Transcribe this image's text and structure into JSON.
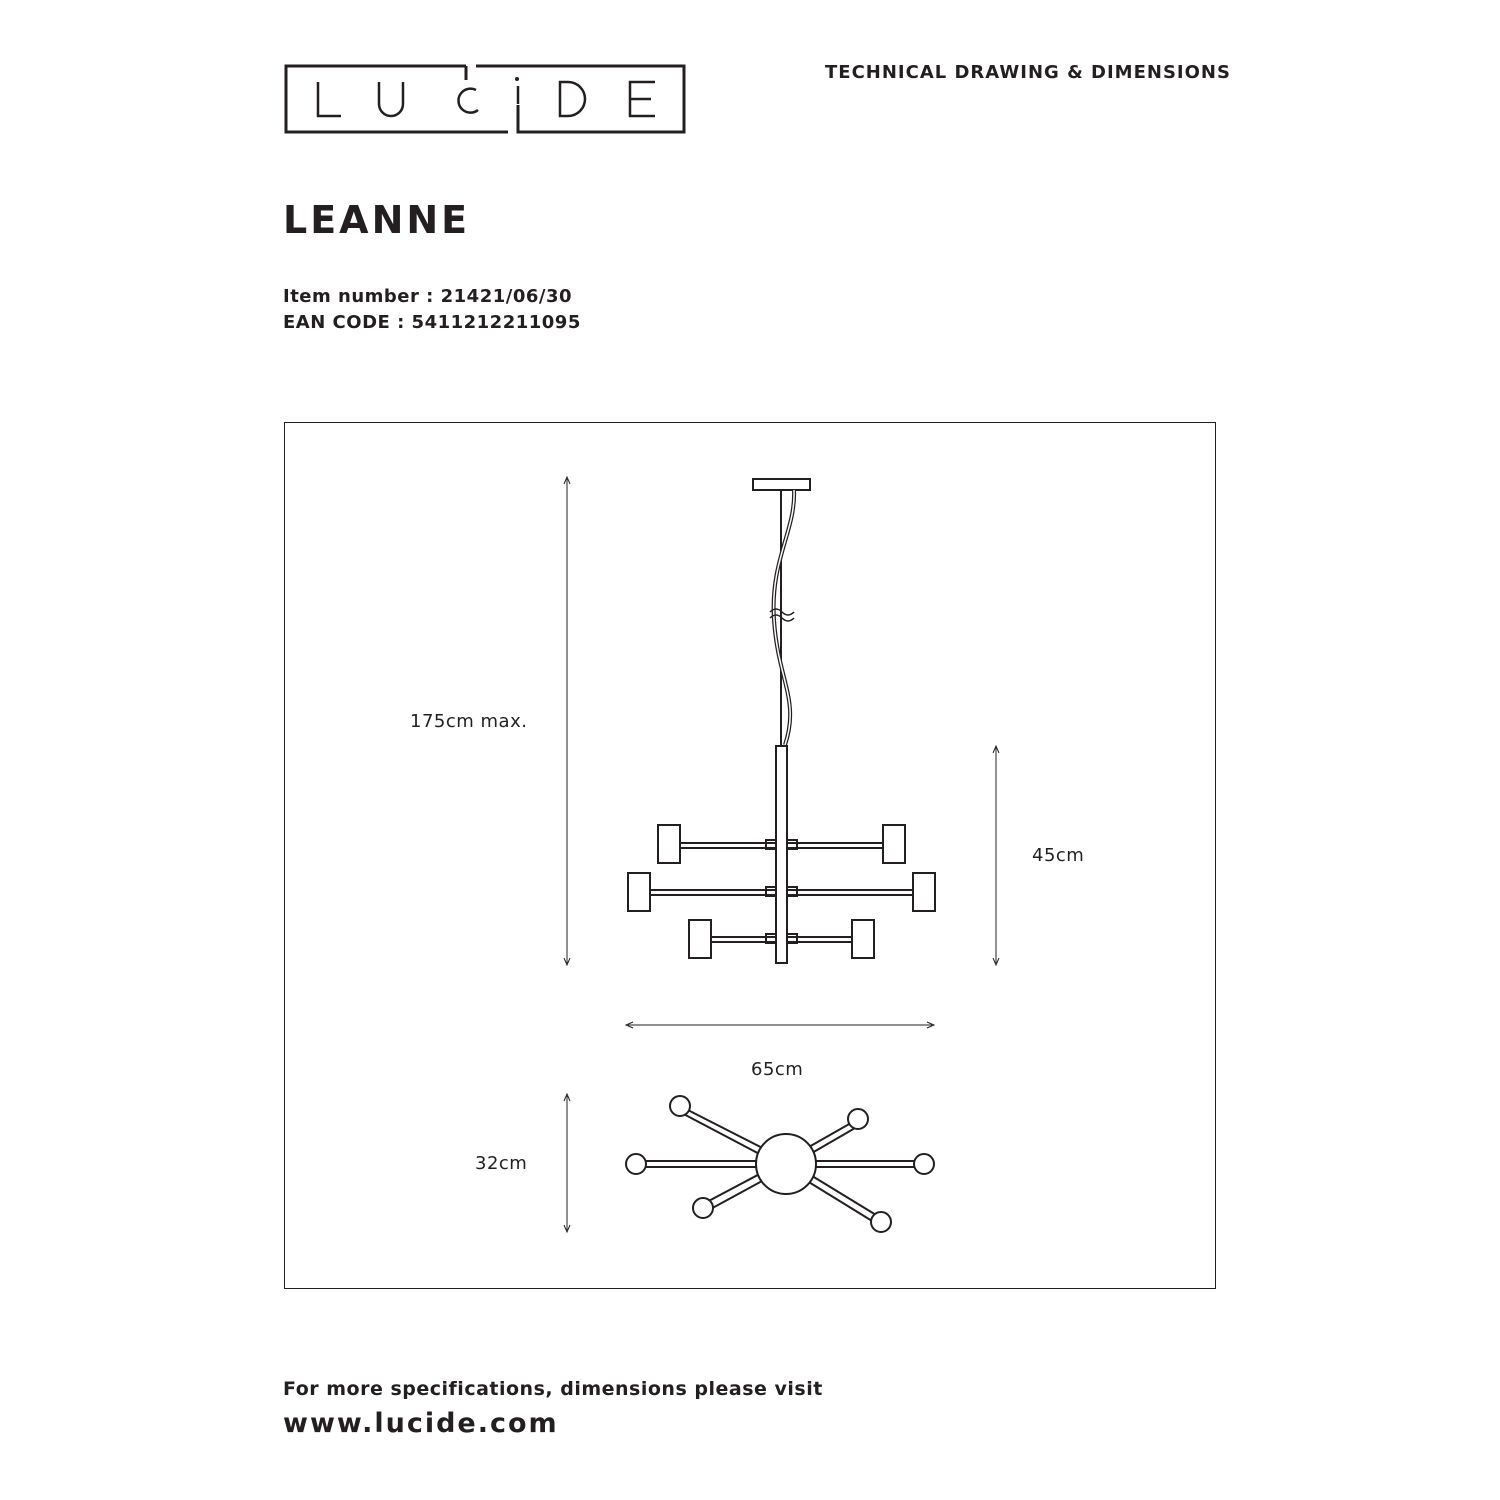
{
  "brand": {
    "logo_text": "LUCIDE"
  },
  "header": {
    "title": "TECHNICAL DRAWING & DIMENSIONS"
  },
  "product": {
    "name": "LEANNE",
    "item_number": "Item number : 21421/06/30",
    "ean_code": "EAN CODE : 5411212211095"
  },
  "drawing": {
    "dim_height_max": "175cm max.",
    "dim_body_height": "45cm",
    "dim_width": "65cm",
    "dim_depth": "32cm"
  },
  "footer": {
    "note": "For more specifications, dimensions please visit",
    "url": "www.lucide.com"
  }
}
